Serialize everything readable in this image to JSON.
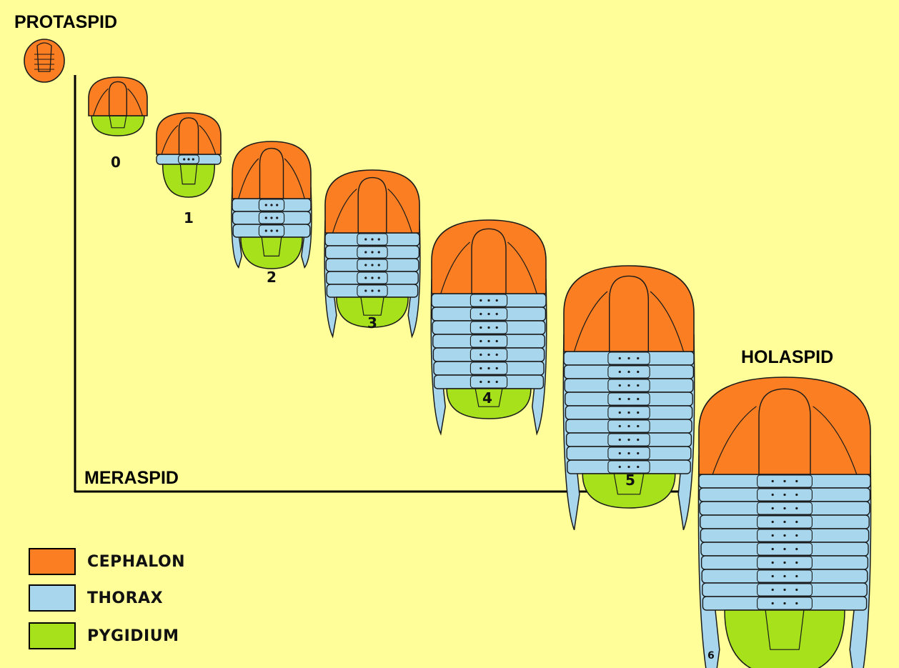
{
  "titles": {
    "protaspid": "PROTASPID",
    "meraspid": "MERASPID",
    "holaspid": "HOLASPID"
  },
  "stages": [
    "0",
    "1",
    "2",
    "3",
    "4",
    "5",
    "6"
  ],
  "colors": {
    "background": "#fffe98",
    "cephalon": "#fb7f22",
    "thorax": "#a7d6ed",
    "pygidium": "#a6e11c",
    "outline": "#1a1a1a"
  },
  "legend": [
    {
      "label": "CEPHALON",
      "color_key": "cephalon"
    },
    {
      "label": "THORAX",
      "color_key": "thorax"
    },
    {
      "label": "PYGIDIUM",
      "color_key": "pygidium"
    }
  ]
}
